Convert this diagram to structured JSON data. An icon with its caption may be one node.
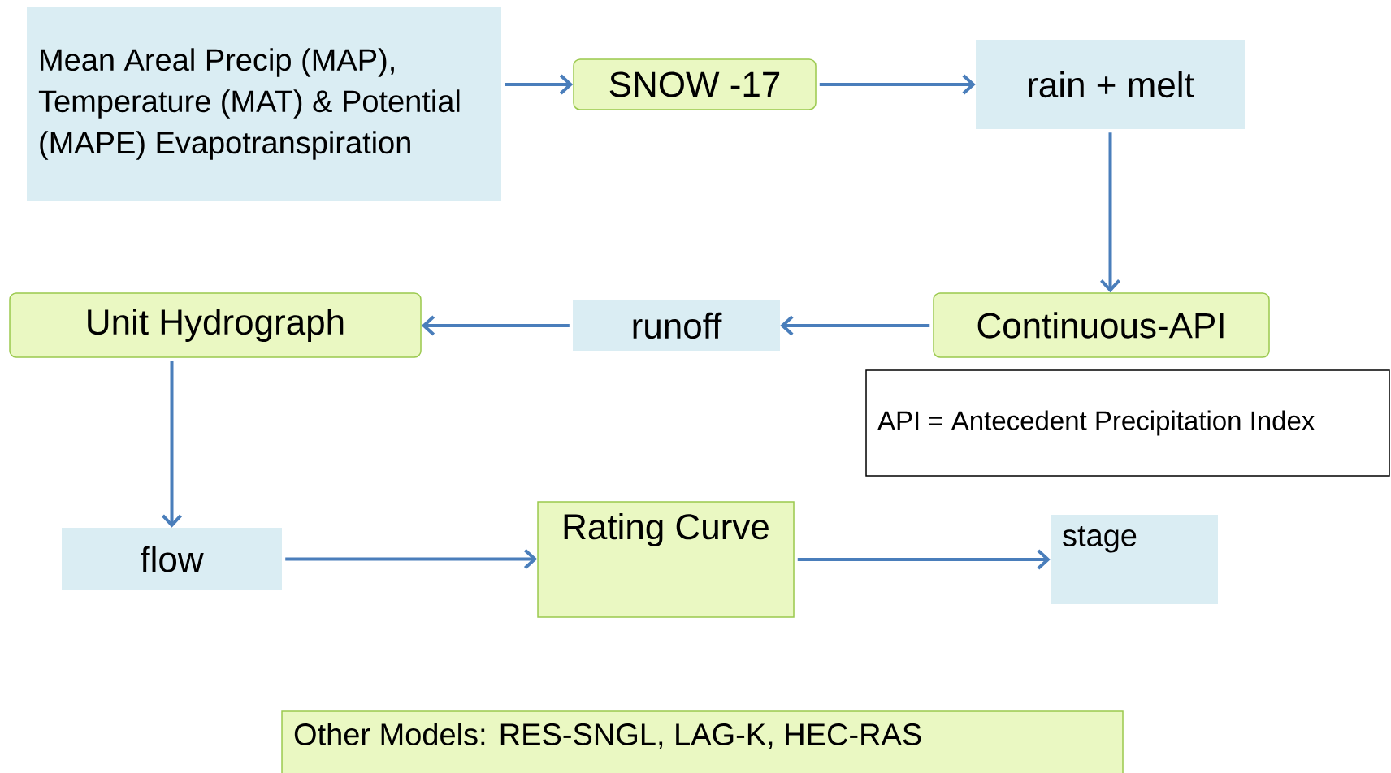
{
  "diagram": {
    "nodes": [
      {
        "text": [
          "Mean Areal Precip (MAP), Temperature (MAT) & Potential (MAPE) Evapotranspiration"
        ]
      },
      {
        "text": [
          "SNOW -17"
        ]
      },
      {
        "text": [
          "rain + melt"
        ]
      },
      {
        "text": [
          "Continuous-API"
        ]
      },
      {
        "text": [
          "runoff"
        ]
      },
      {
        "text": [
          "Unit Hydrograph"
        ]
      },
      {
        "text": [
          "API = Antecedent Precipitation Index"
        ]
      },
      {
        "text": [
          "flow"
        ]
      },
      {
        "text": [
          "Rating Curve"
        ]
      },
      {
        "text": [
          "stage"
        ]
      },
      {
        "text": [
          "Other Models: RES-SNGL, LAG-K, HEC-RAS"
        ]
      }
    ],
    "edges": [
      {
        "from": 0,
        "to": 1,
        "arrow": "to"
      },
      {
        "from": 1,
        "to": 2,
        "arrow": "to"
      },
      {
        "from": 2,
        "to": 3,
        "arrow": "to"
      },
      {
        "from": 3,
        "to": 4,
        "arrow": "to"
      },
      {
        "from": 4,
        "to": 5,
        "arrow": "to"
      },
      {
        "from": 5,
        "to": 7,
        "arrow": "to"
      },
      {
        "from": 7,
        "to": 8,
        "arrow": "to"
      },
      {
        "from": 8,
        "to": 9,
        "arrow": "to"
      }
    ]
  }
}
